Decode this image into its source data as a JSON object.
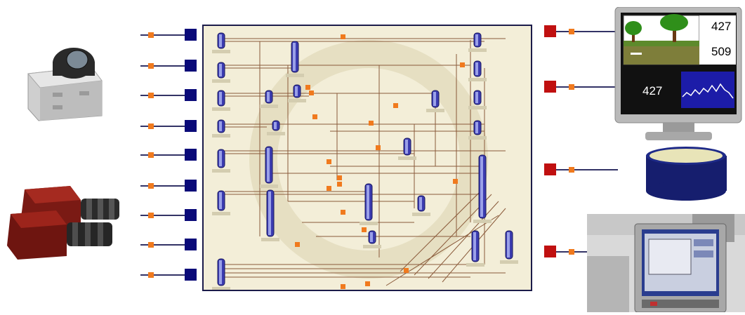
{
  "monitor": {
    "value_a": "427",
    "value_b": "509",
    "value_c": "427"
  },
  "colors": {
    "input_port": "#0a0a78",
    "output_port": "#c01010",
    "connector": "#f07a1e",
    "panel_bg": "#f3eed8",
    "node": "#3b3bb0"
  },
  "icons": {
    "camera_dome": "dome-camera-icon",
    "camera_pair": "industrial-camera-icon",
    "monitor": "monitor-icon",
    "database": "database-icon",
    "tablet": "tablet-terminal-icon"
  }
}
